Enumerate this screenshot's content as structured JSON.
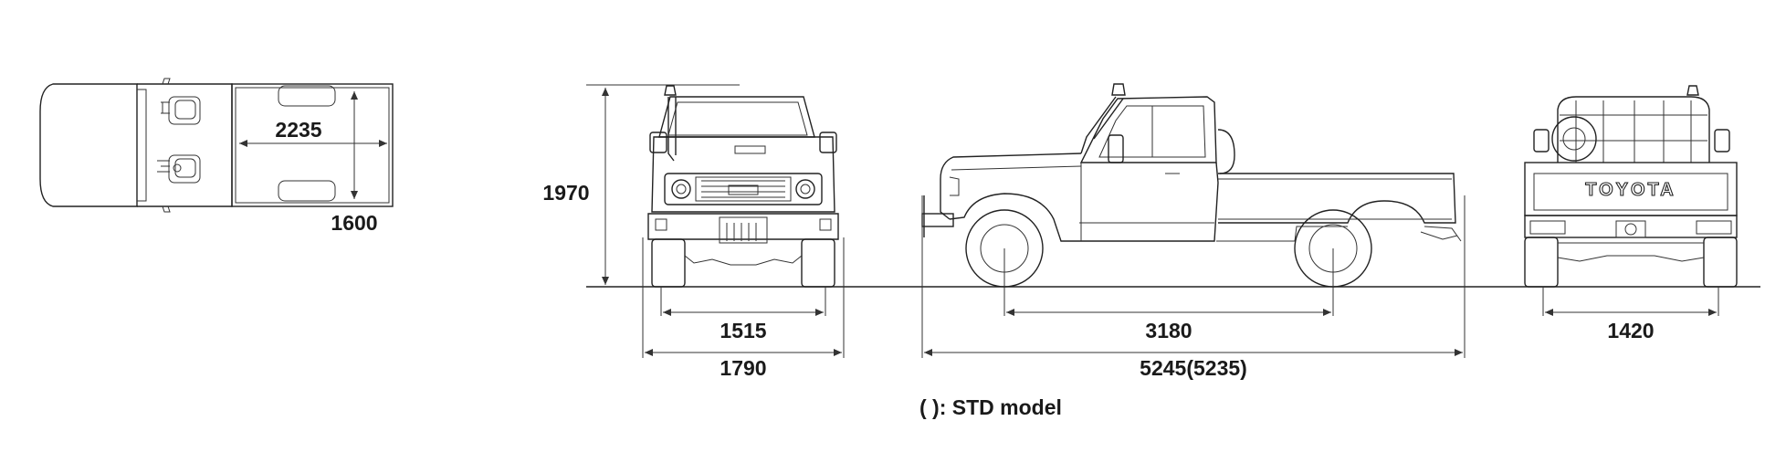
{
  "dimensions": {
    "cargo_length": "2235",
    "cargo_width": "1600",
    "overall_height": "1970",
    "front_tread": "1515",
    "overall_width": "1790",
    "wheelbase": "3180",
    "overall_length": "5245(5235)",
    "rear_tread": "1420"
  },
  "note": "( ): STD model",
  "rear_badge": "TOYOTA",
  "colors": {
    "line": "#222222",
    "text": "#1a1a1a",
    "background": "#ffffff"
  }
}
